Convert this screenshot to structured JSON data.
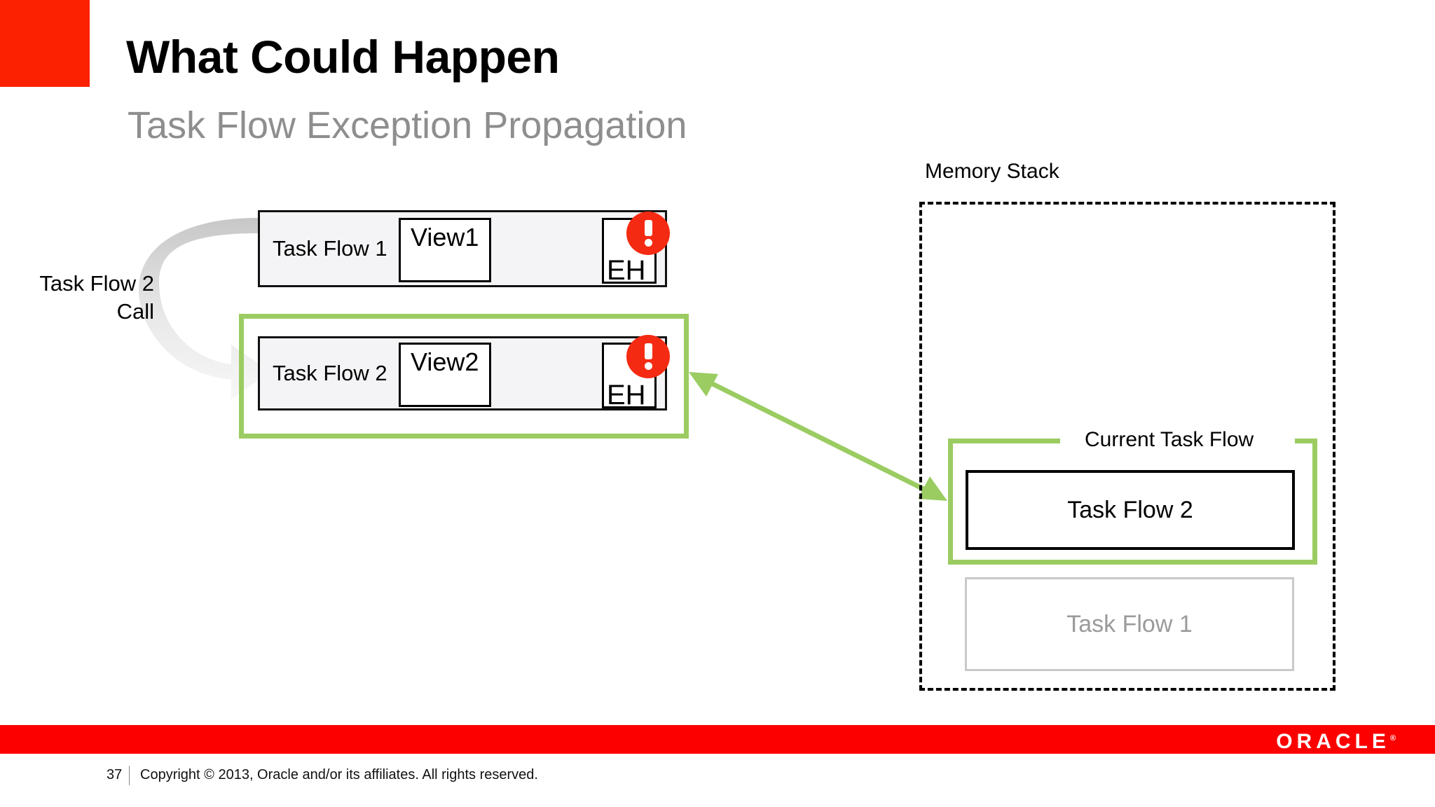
{
  "slide": {
    "title": "What Could Happen",
    "subtitle": "Task Flow Exception Propagation",
    "accent_red": "#fc2100",
    "accent_green": "#9bcc62",
    "muted_gray": "#9a9a9a"
  },
  "diagram": {
    "call_label": "Task Flow 2\nCall",
    "rows": [
      {
        "name": "Task Flow 1",
        "view": "View1",
        "exception_handler": "EH",
        "exception_icon": "exclamation-icon",
        "highlighted": false
      },
      {
        "name": "Task Flow 2",
        "view": "View2",
        "exception_handler": "EH",
        "exception_icon": "exclamation-icon",
        "highlighted": true
      }
    ]
  },
  "memory_stack": {
    "title": "Memory Stack",
    "current_label": "Current Task Flow",
    "items": [
      {
        "label": "Task Flow 2",
        "state": "active"
      },
      {
        "label": "Task Flow 1",
        "state": "inactive"
      }
    ]
  },
  "footer": {
    "page_number": "37",
    "copyright": "Copyright © 2013, Oracle and/or its affiliates. All rights reserved.",
    "brand": "ORACLE",
    "brand_mark": "®"
  }
}
